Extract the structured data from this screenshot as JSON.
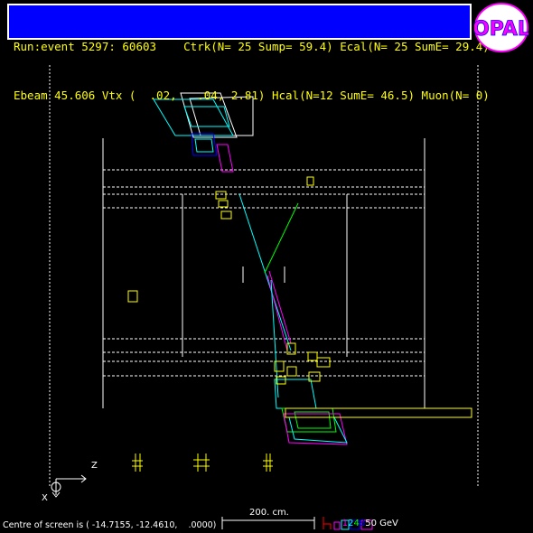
{
  "header": {
    "line1": "Run:event 5297: 60603    Ctrk(N= 25 Sump= 59.4) Ecal(N= 25 SumE= 29.4)",
    "line2": "Ebeam 45.606 Vtx (  .02,   .04, 2.81) Hcal(N=12 SumE= 46.5) Muon(N= 0)"
  },
  "logo": {
    "text": "OPAL",
    "icon": "opal-logo-icon"
  },
  "axes": {
    "z_label": "Z",
    "x_label": "X"
  },
  "scale": {
    "label": "200. cm."
  },
  "energy_legend": {
    "items": [
      {
        "text": "1",
        "color": "#ff00ff"
      },
      {
        "text": "2",
        "color": "#00ffff"
      },
      {
        "text": "4",
        "color": "#00ff00"
      },
      {
        "text": "8",
        "color": "#0000ff"
      },
      {
        "text": "50 GeV",
        "color": "#ffffff"
      }
    ]
  },
  "footer": {
    "centre_text": "Centre of screen is ( -14.7155, -12.4610,    .0000)"
  },
  "colors": {
    "background": "#000000",
    "header_bg": "#0000ff",
    "header_text": "#ffff00",
    "detector_lines": "#ffffff",
    "track_cyan": "#00ffff",
    "track_green": "#00ff00",
    "track_magenta": "#ff00ff",
    "hits_yellow": "#ffff00"
  }
}
